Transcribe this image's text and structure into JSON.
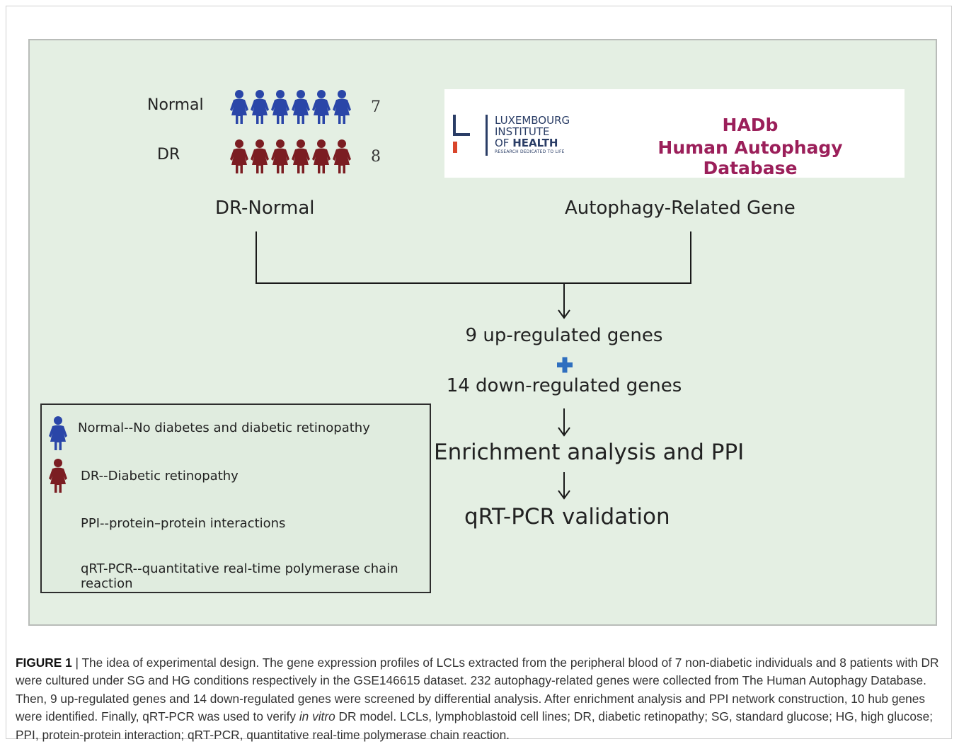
{
  "groups": {
    "normal": {
      "label": "Normal",
      "count": "7",
      "color": "#2a46a8"
    },
    "dr": {
      "label": "DR",
      "count": "8",
      "color": "#7b1d22"
    }
  },
  "headings": {
    "left": "DR-Normal",
    "right": "Autophagy-Related Gene"
  },
  "logo": {
    "institute_line1": "LUXEMBOURG",
    "institute_line2": "INSTITUTE",
    "institute_line3_prefix": "OF ",
    "institute_line3_bold": "HEALTH",
    "institute_tagline": "RESEARCH DEDICATED TO LIFE",
    "hadb_title": "HADb",
    "hadb_subtitle": "Human Autophagy Database",
    "hadb_color": "#9b1f5a",
    "lih_color": "#2a3d66",
    "lih_accent": "#d9452b"
  },
  "flow": {
    "up": "9 up-regulated genes",
    "down": "14 down-regulated genes",
    "enrichment": "Enrichment analysis and PPI",
    "validation": "qRT-PCR validation",
    "plus_color": "#2f6fbf"
  },
  "legend": {
    "normal": "Normal--No diabetes and diabetic retinopathy",
    "dr": "DR--Diabetic retinopathy",
    "ppi": "PPI--protein–protein interactions",
    "qrt": "qRT-PCR--quantitative real-time polymerase chain reaction"
  },
  "caption": {
    "label": "FIGURE 1",
    "separator": " | ",
    "text_part1": "The idea of experimental design. The gene expression profiles of LCLs extracted from the peripheral blood of 7 non-diabetic individuals and 8 patients with DR were cultured under SG and HG conditions respectively in the GSE146615 dataset. 232 autophagy-related genes were collected from The Human Autophagy Database. Then, 9 up-regulated genes and 14 down-regulated genes were screened by differential analysis. After enrichment analysis and PPI network construction, 10 hub genes were identified. Finally, qRT-PCR was used to verify ",
    "text_italic": "in vitro",
    "text_part2": " DR model. LCLs, lymphoblastoid cell lines; DR, diabetic retinopathy; SG, standard glucose; HG, high glucose; PPI, protein-protein interaction; qRT-PCR, quantitative real-time polymerase chain reaction."
  }
}
